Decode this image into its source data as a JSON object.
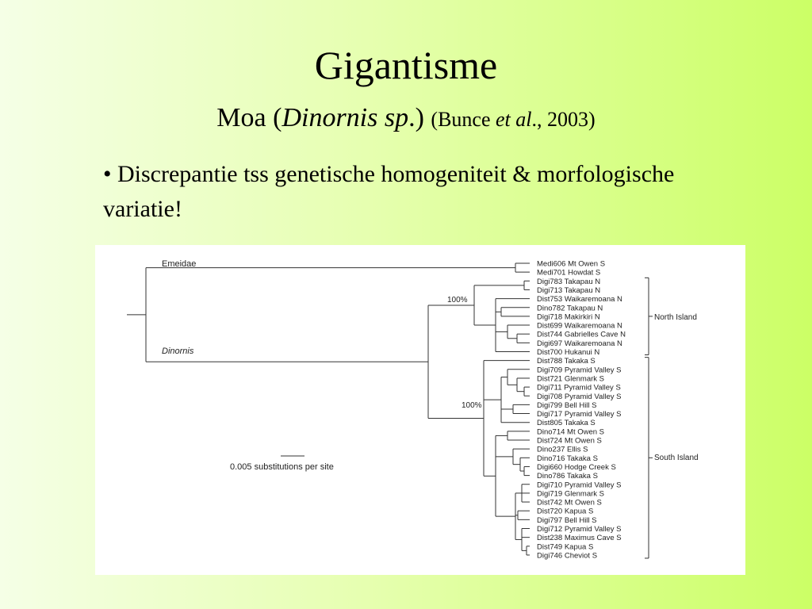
{
  "slide": {
    "title": "Gigantisme",
    "subtitle": {
      "prefix": "Moa (",
      "genus": "Dinornis sp",
      "suffix": ".)",
      "citation_start": "(Bunce ",
      "citation_etal": "et al",
      "citation_end": "., 2003)"
    },
    "bullet": "• Discrepantie tss genetische homogeniteit & morfologische variatie!"
  },
  "tree": {
    "group_labels": {
      "outgroup": "Emeidae",
      "ingroup": "Dinornis"
    },
    "support_labels": [
      "100%",
      "100%"
    ],
    "scale_bar": "0.005 substitutions per site",
    "clade_labels": {
      "north": "North Island",
      "south": "South Island"
    },
    "tips": [
      "Medi606 Mt Owen S",
      "Medi701 Howdat S",
      "Digi783 Takapau N",
      "Digi713 Takapau N",
      "Dist753 Waikaremoana N",
      "Dino782 Takapau N",
      "Digi718 Makirkiri N",
      "Dist699 Waikaremoana N",
      "Dist744 Gabrielles Cave N",
      "Digi697 Waikaremoana N",
      "Dist700 Hukanui N",
      "Dist788 Takaka S",
      "Digi709 Pyramid Valley S",
      "Dist721 Glenmark S",
      "Digi711 Pyramid Valley S",
      "Digi708 Pyramid Valley S",
      "Digi799 Bell Hill S",
      "Digi717 Pyramid Valley S",
      "Dist805 Takaka S",
      "Dino714 Mt Owen S",
      "Dist724 Mt Owen S",
      "Dino237 Ellis S",
      "Dino716 Takaka S",
      "Digi660 Hodge Creek S",
      "Dino786 Takaka S",
      "Digi710 Pyramid Valley S",
      "Digi719 Glenmark S",
      "Dist742 Mt Owen S",
      "Dist720 Kapua S",
      "Digi797 Bell Hill S",
      "Digi712 Pyramid Valley S",
      "Dist238 Maximus Cave S",
      "Dist749 Kapua S",
      "Digi746 Cheviot S"
    ]
  }
}
